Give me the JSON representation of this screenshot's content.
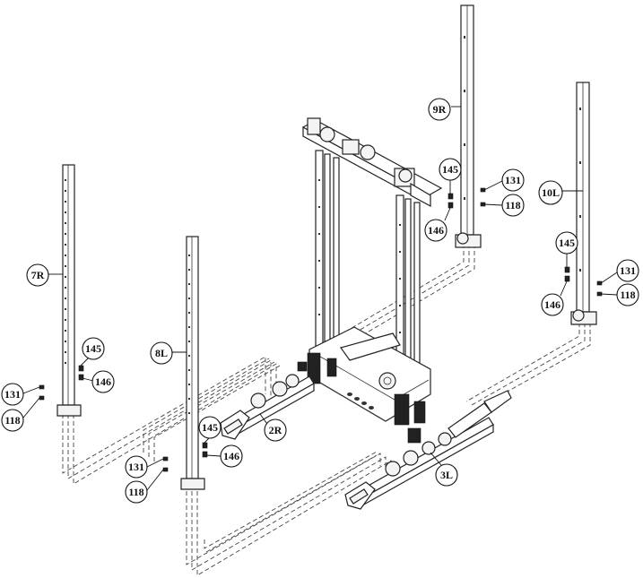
{
  "labels": {
    "post_9r": "9R",
    "post_10l": "10L",
    "post_7r": "7R",
    "post_8l": "8L",
    "base_2r": "2R",
    "base_3l": "3L",
    "bolt": "145",
    "washer": "146",
    "nut": "131",
    "cap": "118"
  }
}
